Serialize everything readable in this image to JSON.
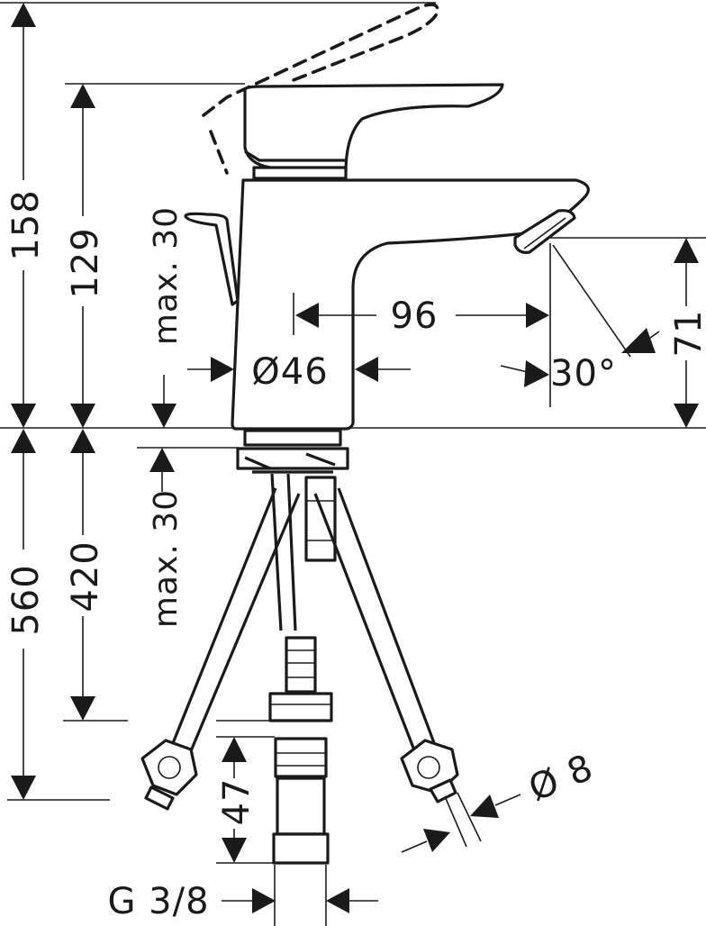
{
  "dimensions": {
    "total_height": "158",
    "spout_height": "129",
    "lever_travel": "max. 30",
    "body_diameter": "Ø46",
    "spout_reach": "96",
    "spray_angle": "30°",
    "outlet_height": "71",
    "hose_length_total": "560",
    "hose_length": "420",
    "deck_thickness": "max. 30",
    "connector_length": "47",
    "hose_diameter": "Ø 8",
    "thread": "G 3/8"
  }
}
